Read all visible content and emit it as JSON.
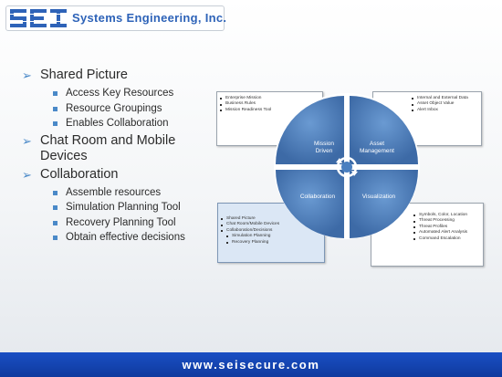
{
  "company": {
    "name": "Systems Engineering, Inc.",
    "logo_letters": "SEI"
  },
  "bullets": [
    {
      "label": "Shared Picture",
      "children": [
        "Access Key Resources",
        "Resource Groupings",
        "Enables Collaboration"
      ]
    },
    {
      "label": "Chat Room and Mobile Devices",
      "children": []
    },
    {
      "label": "Collaboration",
      "children": [
        "Assemble resources",
        "Simulation Planning Tool",
        "Recovery Planning Tool",
        "Obtain effective decisions"
      ]
    }
  ],
  "wheel": {
    "segments": [
      "Mission Driven",
      "Asset Management",
      "Collaboration",
      "Visualization"
    ],
    "colors": {
      "segment": "#4a7fc0",
      "segment_dark": "#3d6aa6",
      "border": "#ffffff"
    }
  },
  "callouts": {
    "top_left": [
      "Enterprise Mission",
      "Business Rules",
      "Mission Readiness Tool"
    ],
    "top_right": [
      "Internal and External Data",
      "Asset Object Value",
      "Alert Inbox"
    ],
    "bottom_left": [
      "Shared Picture",
      "Chat Room/Mobile Devices",
      "Collaboration/Decisions",
      "Simulation Planning",
      "Recovery Planning"
    ],
    "bottom_right": [
      "Symbols, Color, Location",
      "Threat Processing",
      "Threat Profiles",
      "Automated Alert Analysis",
      "Command Escalation"
    ]
  },
  "footer": {
    "url": "www.seisecure.com",
    "color": "#1a4fc4"
  }
}
